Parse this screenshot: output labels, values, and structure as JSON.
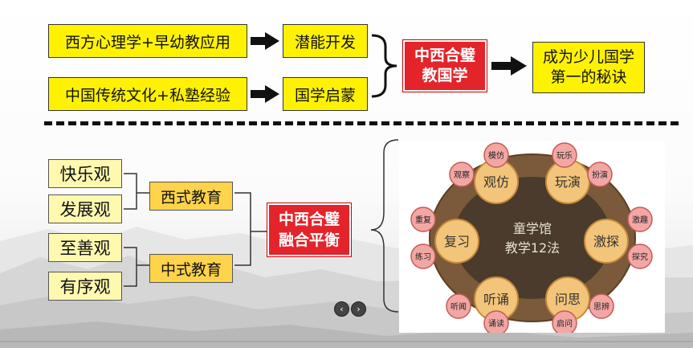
{
  "top": {
    "row1_source": "西方心理学+早幼教应用",
    "row1_result": "潜能开发",
    "row2_source": "中国传统文化+私塾经验",
    "row2_result": "国学启蒙",
    "center_line1": "中西合璧",
    "center_line2": "教国学",
    "goal_line1": "成为少儿国学",
    "goal_line2": "第一的秘诀"
  },
  "bottom": {
    "western_views": [
      "快乐观",
      "发展观"
    ],
    "chinese_views": [
      "至善观",
      "有序观"
    ],
    "western_label": "西式教育",
    "chinese_label": "中式教育",
    "center_line1": "中西合璧",
    "center_line2": "融合平衡"
  },
  "wheel": {
    "center_line1": "童学馆",
    "center_line2": "教学12法",
    "segments": [
      "观仿",
      "玩演",
      "激探",
      "问思",
      "听诵",
      "复习"
    ],
    "methods": [
      "模仿",
      "玩乐",
      "扮演",
      "激趣",
      "探究",
      "思辨",
      "启问",
      "诵读",
      "听闻",
      "练习",
      "重复",
      "观察"
    ]
  },
  "nav": {
    "prev": "‹",
    "next": "›"
  }
}
